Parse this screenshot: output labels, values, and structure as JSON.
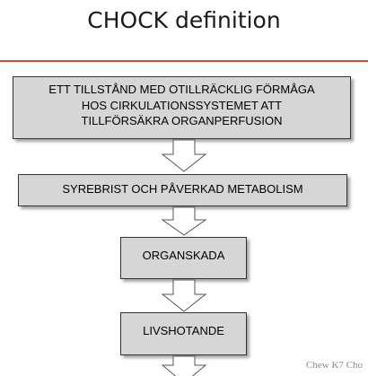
{
  "title": "CHOCK definition",
  "boxes": [
    {
      "lines": [
        "ETT TILLSTÅND MED OTILLRÄCKLIG FÖRMÅGA",
        "HOS CIRKULATIONSSYSTEMET ATT",
        "TILLFÖRSÄKRA ORGANPERFUSION"
      ]
    },
    {
      "lines": [
        "SYREBRIST OCH PÅVERKAD METABOLISM"
      ]
    },
    {
      "lines": [
        "ORGANSKADA"
      ]
    },
    {
      "lines": [
        "LIVSHOTANDE"
      ]
    }
  ],
  "credit": "Chew K7 Cho",
  "colors": {
    "accent_rule": "#d2532b",
    "box_fill": "#d6d6d6",
    "box_border": "#333333"
  }
}
